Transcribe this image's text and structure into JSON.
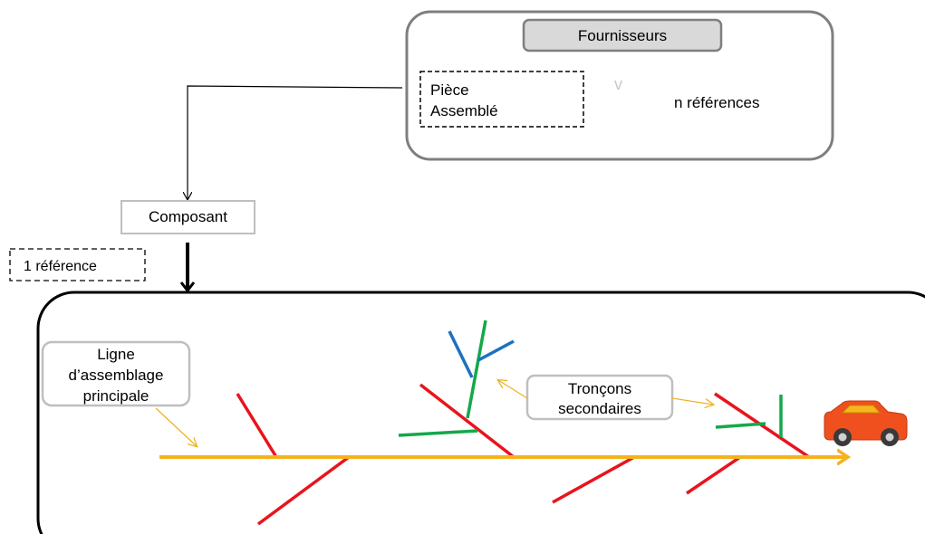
{
  "suppliers": {
    "title": "Fournisseurs",
    "part_lines": [
      "Pièce",
      "Assemblé"
    ],
    "separator_glyph": "v",
    "references": "n références"
  },
  "component": {
    "label": "Composant",
    "reference": "1 référence"
  },
  "assembly": {
    "main_line_lines": [
      "Ligne",
      "d’assemblage",
      "principale"
    ],
    "secondary_lines": [
      "Tronçons",
      "secondaires"
    ],
    "vehicle_icon": "car-icon"
  },
  "colors": {
    "main_line": "#F5B21C",
    "branch_red": "#E8141C",
    "branch_green": "#14A84A",
    "branch_blue": "#1C72C0",
    "callout_arrow": "#F0B323",
    "box_border": "#BFBFBF",
    "title_fill": "#D9D9D9",
    "car_body": "#F0501E",
    "car_window": "#F5B61E"
  }
}
